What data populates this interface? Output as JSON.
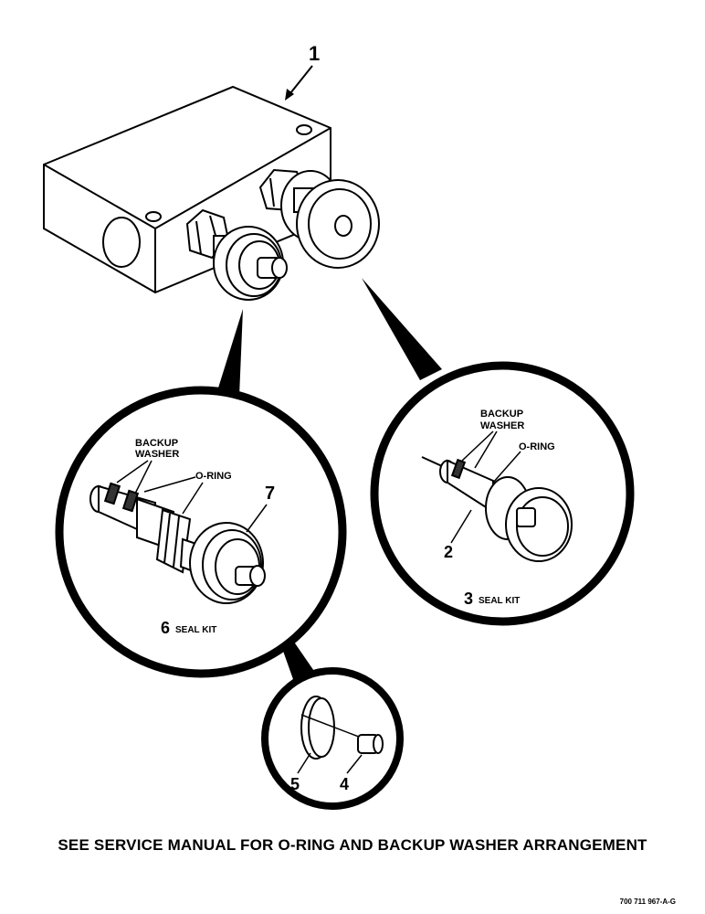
{
  "callouts": {
    "c1": "1",
    "c2": "2",
    "c3": "3",
    "c4": "4",
    "c5": "5",
    "c6": "6",
    "c7": "7"
  },
  "labels": {
    "backup_washer_line1": "BACKUP",
    "backup_washer_line2": "WASHER",
    "o_ring": "O-RING",
    "seal_kit": "SEAL KIT"
  },
  "footer_note": "SEE SERVICE MANUAL FOR O-RING AND BACKUP WASHER ARRANGEMENT",
  "drawing_number": "700 711 967-A-G"
}
